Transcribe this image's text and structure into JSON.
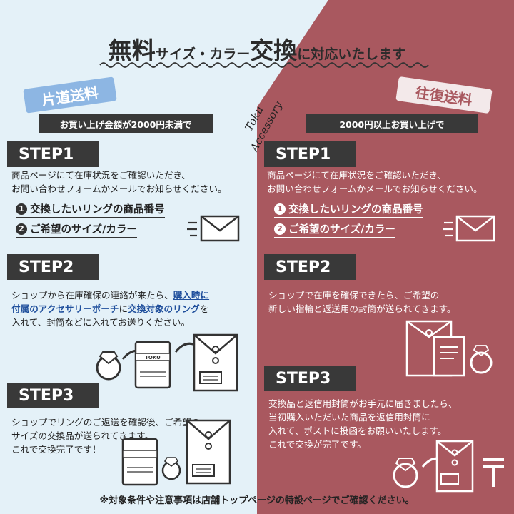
{
  "header": {
    "t1": "無料",
    "t2": "サイズ・カラー",
    "t3": "交換",
    "t4": "に対応いたします"
  },
  "left": {
    "badge": "片道送料",
    "condition": "お買い上げ金額が2000円未満で",
    "step1": {
      "label": "STEP1",
      "line1": "商品ページにて在庫状況をご確認いただき、",
      "line2": "お問い合わせフォームかメールでお知らせください。",
      "item1_num": "1",
      "item1": "交換したいリングの商品番号",
      "item2_num": "2",
      "item2": "ご希望のサイズ/カラー"
    },
    "step2": {
      "label": "STEP2",
      "l1a": "ショップから在庫確保の連絡が来たら、",
      "l1b": "購入時に",
      "l2a": "付属のアクセサリーポーチ",
      "l2b": "に",
      "l2c": "交換対象のリング",
      "l2d": "を",
      "l3": "入れて、封筒などに入れてお送りください。",
      "pouch_brand": "TOKU"
    },
    "step3": {
      "label": "STEP3",
      "line1": "ショップでリングのご返送を確認後、ご希望の",
      "line2": "サイズの交換品が送られてきます。",
      "line3": "これで交換完了です！"
    }
  },
  "right": {
    "badge": "往復送料",
    "condition": "2000円以上お買い上げで",
    "step1": {
      "label": "STEP1",
      "line1": "商品ページにて在庫状況をご確認いただき、",
      "line2": "お問い合わせフォームかメールでお知らせください。",
      "item1_num": "1",
      "item1": "交換したいリングの商品番号",
      "item2_num": "2",
      "item2": "ご希望のサイズ/カラー"
    },
    "step2": {
      "label": "STEP2",
      "line1": "ショップで在庫を確保できたら、ご希望の",
      "line2": "新しい指輪と返送用の封筒が送られてきます。"
    },
    "step3": {
      "label": "STEP3",
      "line1": "交換品と返信用封筒がお手元に届きましたら、",
      "line2": "当初購入いただいた商品を返信用封筒に",
      "line3": "入れて、ポストに投函をお願いいたします。",
      "line4": "これで交換が完了です。"
    }
  },
  "logo": {
    "line1": "Toku",
    "line2": "Accessory"
  },
  "footer": "※対象条件や注意事項は店舗トップページの特設ページでご確認ください。",
  "colors": {
    "left_bg": "#e4f1f8",
    "right_bg": "#a9585f",
    "dark": "#393939",
    "left_badge": "#8db6e3",
    "highlight": "#1f4f9c"
  }
}
